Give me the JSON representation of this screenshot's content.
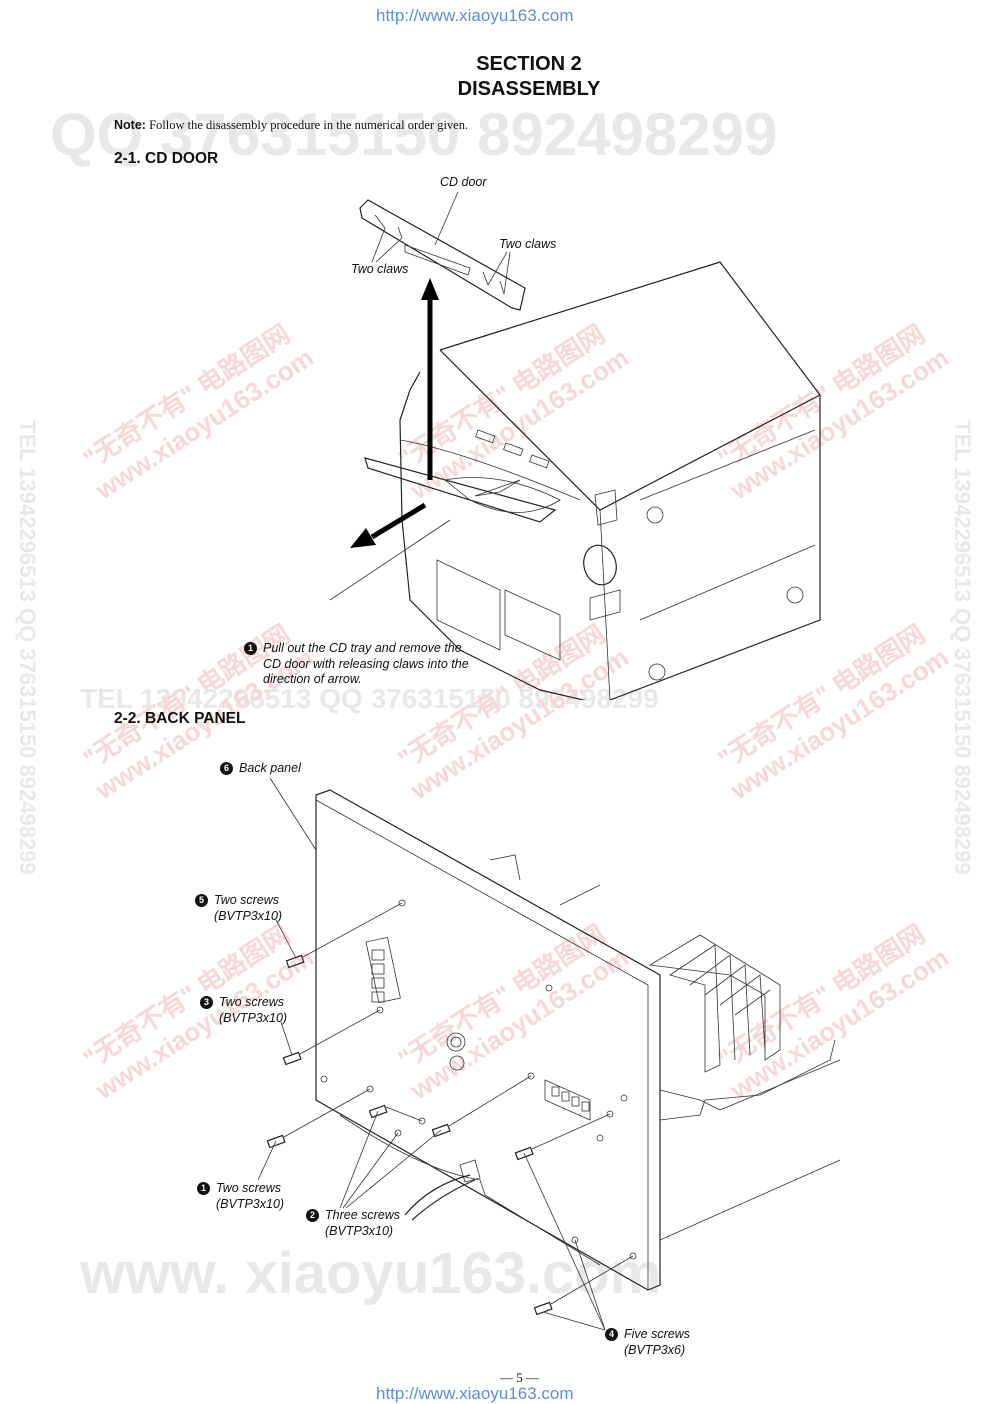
{
  "header": {
    "url": "http://www.xiaoyu163.com"
  },
  "footer": {
    "url": "http://www.xiaoyu163.com",
    "page_number": "— 5 —"
  },
  "section": {
    "title": "SECTION 2",
    "subtitle": "DISASSEMBLY"
  },
  "note": {
    "label": "Note:",
    "text": "Follow the disassembly procedure in the numerical order given."
  },
  "cd_door": {
    "heading": "2-1. CD DOOR",
    "labels": {
      "cd_door": "CD door",
      "two_claws_left": "Two claws",
      "two_claws_right": "Two claws"
    },
    "step1": {
      "num": "1",
      "line1": "Pull out the CD tray and remove the",
      "line2": "CD door with releasing claws into the",
      "line3": "direction of arrow."
    }
  },
  "back_panel": {
    "heading": "2-2. BACK PANEL",
    "step6": {
      "num": "6",
      "text": "Back panel"
    },
    "step5": {
      "num": "5",
      "line1": "Two screws",
      "line2": "(BVTP3x10)"
    },
    "step3": {
      "num": "3",
      "line1": "Two screws",
      "line2": "(BVTP3x10)"
    },
    "step1": {
      "num": "1",
      "line1": "Two screws",
      "line2": "(BVTP3x10)"
    },
    "step2": {
      "num": "2",
      "line1": "Three screws",
      "line2": "(BVTP3x10)"
    },
    "step4": {
      "num": "4",
      "line1": "Five screws",
      "line2": "(BVTP3x6)"
    }
  },
  "watermarks": {
    "qq_top": "QQ 376315150    892498299",
    "tel_mid": "TEL 13942296513    QQ 376315150  892498299",
    "side": "TEL 13942296513  QQ 376315150  892498299",
    "bottom": "www. xiaoyu163.com",
    "red_cn": "\"无奇不有\" 电路图网",
    "red_url": "www.xiaoyu163.com"
  }
}
